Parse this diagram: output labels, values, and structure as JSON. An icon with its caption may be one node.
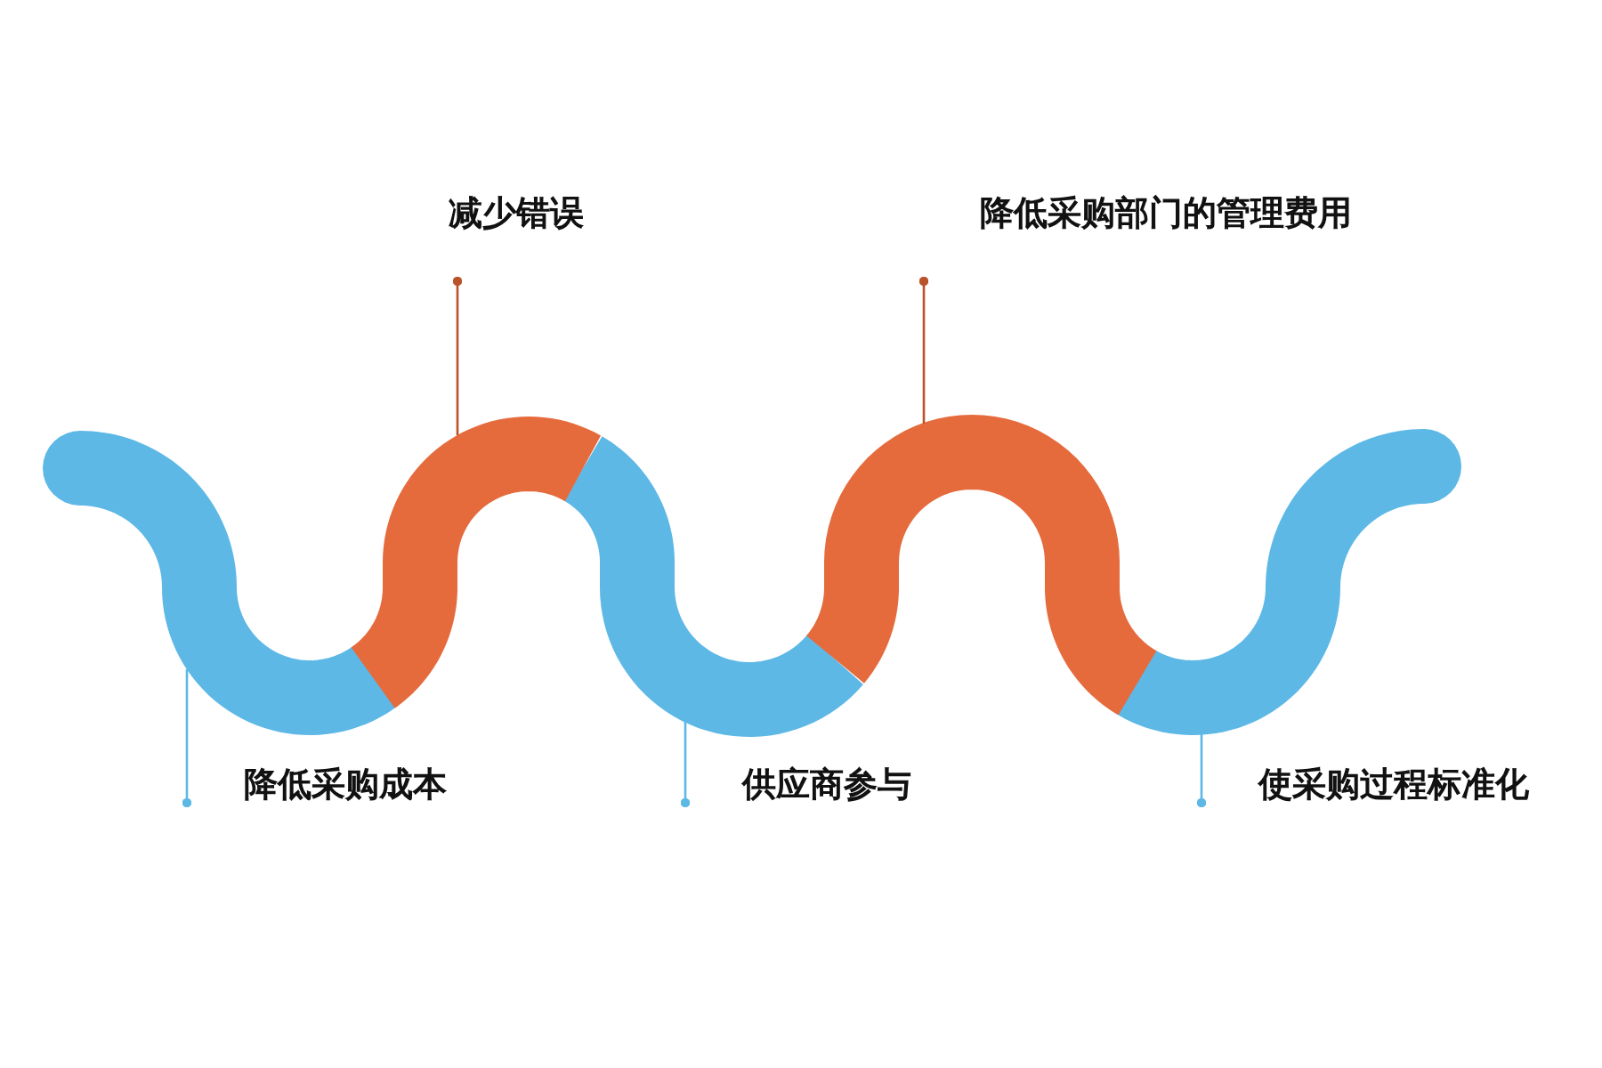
{
  "diagram": {
    "nodes": [
      {
        "text": [
          "减少错误"
        ]
      },
      {
        "text": [
          "降低采购部门的管理费用"
        ]
      },
      {
        "text": [],
        "shape": "band"
      },
      {
        "text": [],
        "shape": "band"
      },
      {
        "text": [],
        "shape": "band"
      },
      {
        "text": [],
        "shape": "band"
      },
      {
        "text": [],
        "shape": "band"
      },
      {
        "text": [
          "降低采购成本"
        ]
      },
      {
        "text": [
          "供应商参与"
        ]
      },
      {
        "text": [
          "使采购过程标准化"
        ]
      }
    ],
    "edges": [
      {
        "from": 0,
        "to": 3,
        "arrow": "other",
        "color": "#b9532a"
      },
      {
        "from": 1,
        "to": 5,
        "arrow": "other",
        "color": "#b9532a"
      },
      {
        "from": 7,
        "to": 2,
        "arrow": "other"
      },
      {
        "from": 8,
        "to": 4,
        "arrow": "other"
      },
      {
        "from": 9,
        "to": 6,
        "arrow": "other"
      }
    ]
  }
}
